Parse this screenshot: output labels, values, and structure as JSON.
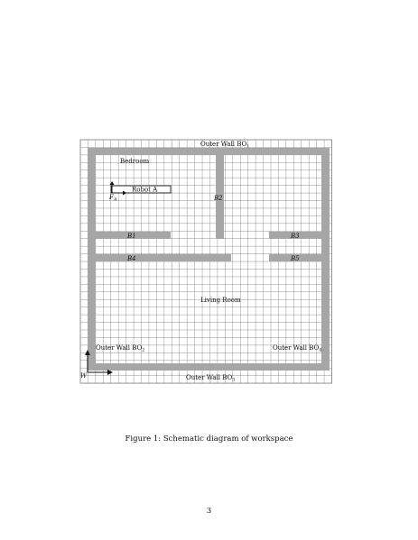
{
  "figure": {
    "caption": "Figure 1: Schematic diagram of workspace",
    "page_number": "3"
  },
  "labels": {
    "outer_wall_top": "Outer Wall BO",
    "outer_wall_top_sub": "1",
    "outer_wall_left": "Outer Wall BO",
    "outer_wall_left_sub": "2",
    "outer_wall_right": "Outer Wall BO",
    "outer_wall_right_sub": "4",
    "outer_wall_bottom": "Outer Wall BO",
    "outer_wall_bottom_sub": "3",
    "bedroom": "Bedroom",
    "living_room": "Living Room",
    "robot": "Robot A",
    "robot_frame": "F",
    "robot_frame_sub": "A",
    "world_frame": "W",
    "b1": "B1",
    "b2": "B2",
    "b3": "B3",
    "b4": "B4",
    "b5": "B5"
  },
  "colors": {
    "wall": "#a6a6a6",
    "grid": "#7a7a7a",
    "ink": "#111111"
  }
}
